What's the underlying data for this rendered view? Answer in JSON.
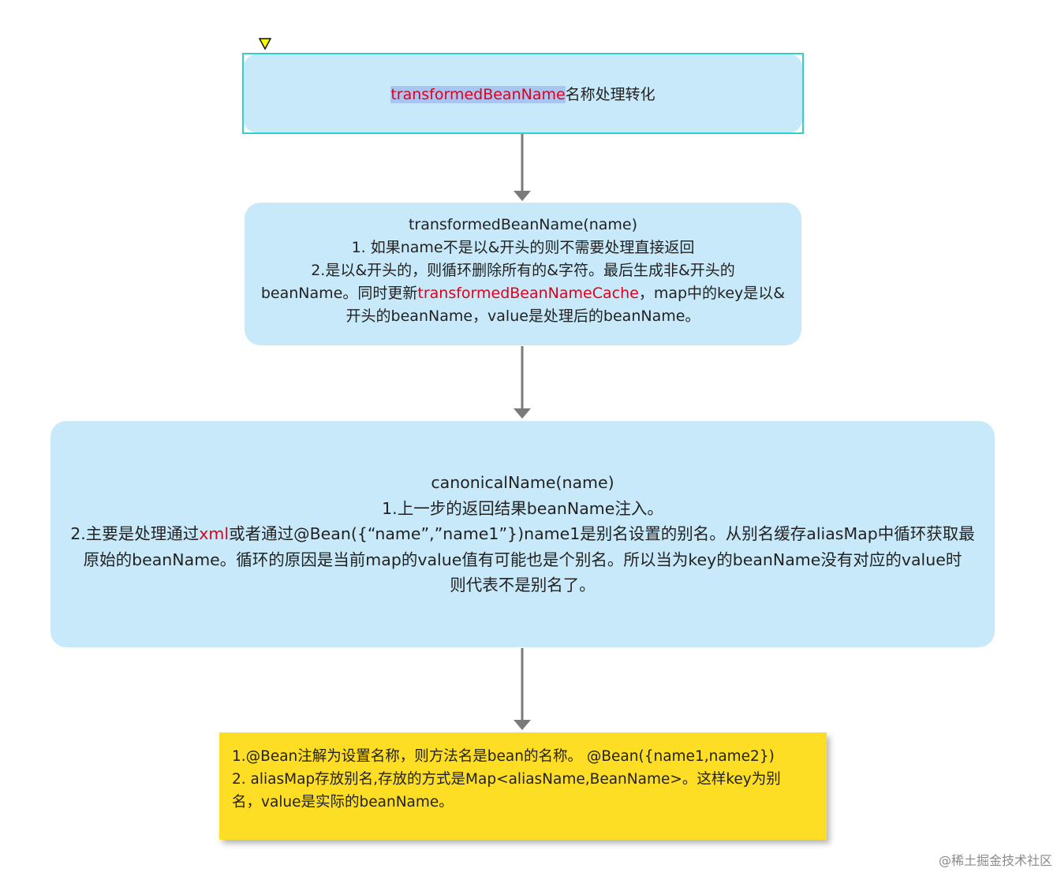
{
  "nodes": {
    "box1": {
      "highlight": "transformedBeanName",
      "rest": "名称处理转化"
    },
    "box2": {
      "line1": "transformedBeanName(name)",
      "line2": "1. 如果name不是以&开头的则不需要处理直接返回",
      "line3": "2.是以&开头的，则循环删除所有的&字符。最后生成非&开头的",
      "line4_pre": "beanName。同时更新",
      "line4_red": "transformedBeanNameCache",
      "line4_post": "，map中的key是以&",
      "line5": "开头的beanName，value是处理后的beanName。"
    },
    "box3": {
      "line1": "canonicalName(name)",
      "line2": "1.上一步的返回结果beanName注入。",
      "line3_pre": "2.主要是处理通过",
      "line3_red": "xml",
      "line3_post": "或者通过@Bean({“name”,”name1”})name1是别名设置的别名。从别名缓存aliasMap中循环获取最",
      "line4": "原始的beanName。循环的原因是当前map的value值有可能也是个别名。所以当为key的beanName没有对应的value时",
      "line5": "则代表不是别名了。"
    }
  },
  "note": {
    "line1": "1.@Bean注解为设置名称，则方法名是bean的名称。 @Bean({name1,name2})",
    "line2": "2. aliasMap存放别名,存放的方式是Map<aliasName,BeanName>。这样key为别",
    "line3": "名，value是实际的beanName。"
  },
  "watermark": "@稀土掘金技术社区",
  "colors": {
    "box_fill": "#c8e9f9",
    "note_fill": "#fede24",
    "highlight_text": "#e0001b",
    "selection_border": "#30d0d0",
    "arrow": "#7a7a7a"
  }
}
